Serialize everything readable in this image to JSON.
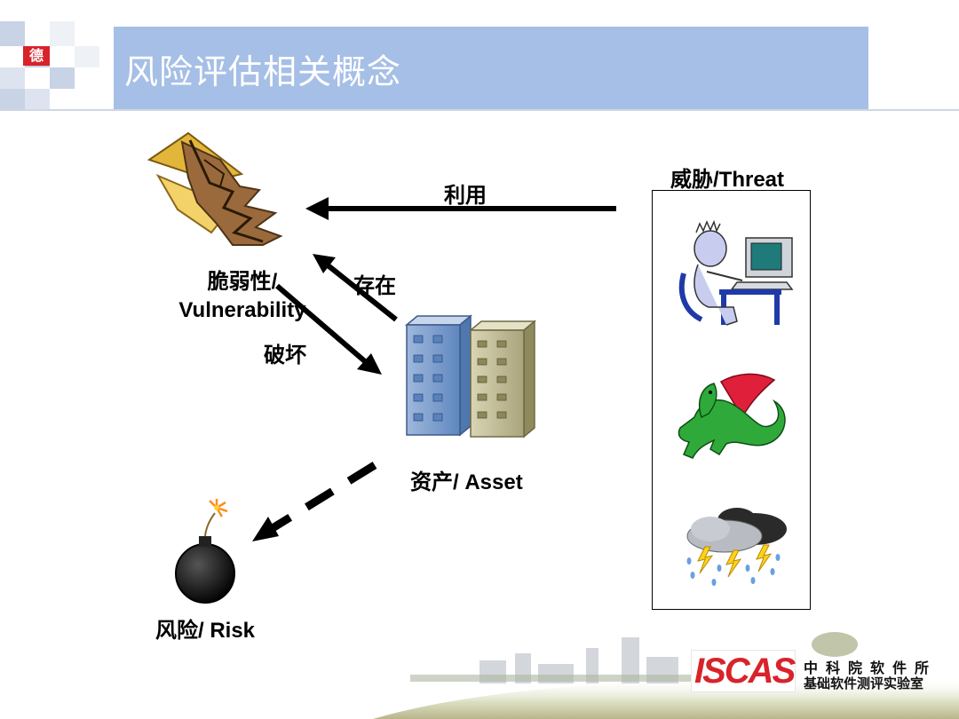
{
  "slide": {
    "title": "风险评估相关概念",
    "logo_char": "德"
  },
  "diagram": {
    "nodes": {
      "vulnerability": "脆弱性/ Vulnerability",
      "threat": "威胁/Threat",
      "asset": "资产/ Asset",
      "risk": "风险/ Risk"
    },
    "edges": {
      "exploit": "利用",
      "exist": "存在",
      "damage": "破坏"
    },
    "threat_examples": [
      "hacker-at-computer-icon",
      "dragon-icon",
      "storm-cloud-icon"
    ]
  },
  "footer": {
    "brand": "ISCAS",
    "org_line1": "中科院软件所",
    "org_line2": "基础软件测评实验室"
  },
  "colors": {
    "title_bar": "#a6bfe6",
    "brand_red": "#d8232a"
  }
}
